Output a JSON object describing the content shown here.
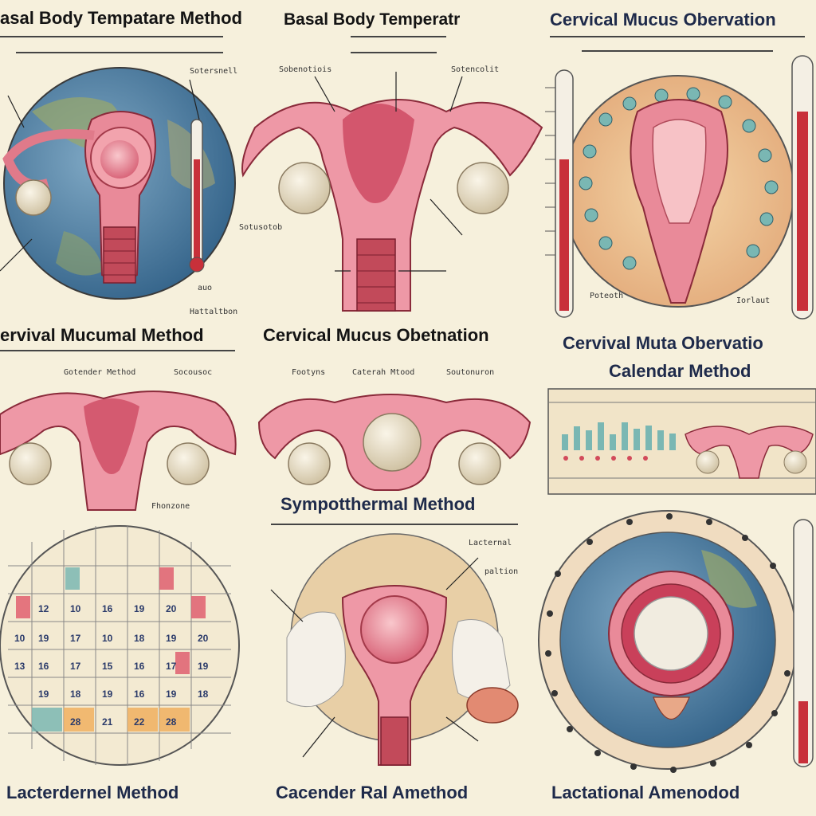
{
  "titles": {
    "p1": "asal Body Tempatare Method",
    "p2": "Basal Body Temperatr",
    "p3": "Cervical Mucus Obervation",
    "p4": "ervival Mucumal Method",
    "p5": "Cervical Mucus Obetnation",
    "p6a": "Cervival Muta Obervatio",
    "p6b": "Calendar Method",
    "p7": "Sympotthermal Method",
    "f1": "Lacterdernel Method",
    "f2": "Cacender Ral Amethod",
    "f3": "Lactational Amenodod"
  },
  "labels": {
    "p2_left": "Sobenotiois",
    "p2_right": "Sotencolit",
    "p2_side": "Sotusotob",
    "p4_mid": "Gotender Method",
    "p4_right": "Socousoc",
    "p4_lower": "Fhonzone",
    "p5_a": "Footyns",
    "p5_b": "Caterah Mtood",
    "p5_c": "Soutonuron",
    "p1_tr": "Sotersnell",
    "p1_br1": "auo",
    "p1_br2": "Hattaltbon",
    "p7_r1": "Lacternal",
    "p7_r2": "paltion",
    "p3_bl": "Poteoth",
    "p3_br": "Iorlaut"
  },
  "colors": {
    "background": "#f6f0dc",
    "uterus": "#e8889a",
    "ovary": "#e9e2d0",
    "globe": "#4f7fa6",
    "thermometer": "#c8303a"
  }
}
